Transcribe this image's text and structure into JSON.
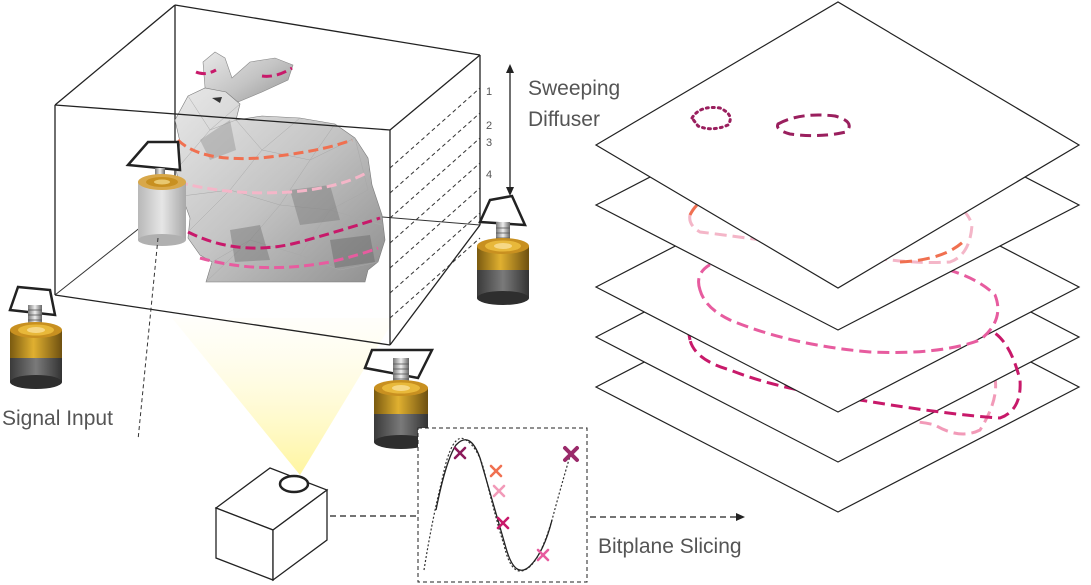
{
  "labels": {
    "sweeping_line1": "Sweeping",
    "sweeping_line2": "Diffuser",
    "signal_input": "Signal Input",
    "bitplane_slicing": "Bitplane Slicing"
  },
  "plane_numbers": [
    "1",
    "2",
    "3",
    "4"
  ],
  "colors": {
    "slice1": "#8b1a5a",
    "slice2": "#f07050",
    "slice3": "#f4b6c8",
    "slice4": "#c8196a",
    "slice5": "#e75c9f",
    "light": "#fff9c4",
    "actuator_gold": "#b8860b",
    "actuator_gray": "#5a5a5a"
  }
}
